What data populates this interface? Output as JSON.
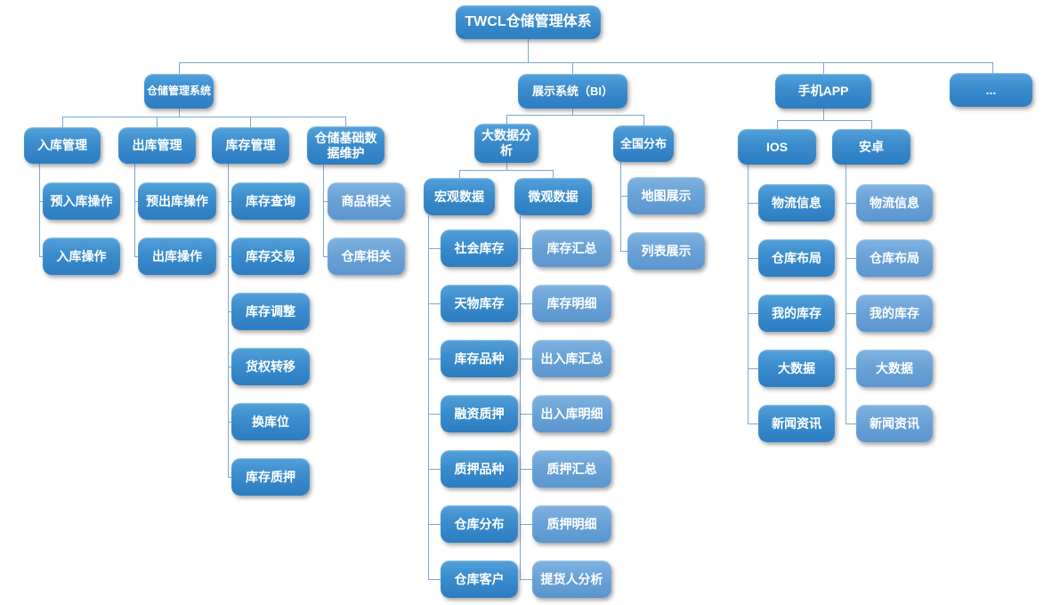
{
  "root": {
    "label": "TWCL仓储管理体系"
  },
  "branches": {
    "wms": {
      "label": "仓储管理系统",
      "children": {
        "inbound": {
          "label": "入库管理",
          "items": [
            "预入库操作",
            "入库操作"
          ]
        },
        "outbound": {
          "label": "出库管理",
          "items": [
            "预出库操作",
            "出库操作"
          ]
        },
        "inventory": {
          "label": "库存管理",
          "items": [
            "库存查询",
            "库存交易",
            "库存调整",
            "货权转移",
            "换库位",
            "库存质押"
          ]
        },
        "base_data": {
          "label": "仓储基础数据维护",
          "items": [
            "商品相关",
            "仓库相关"
          ]
        }
      }
    },
    "bi": {
      "label": "展示系统（BI）",
      "children": {
        "bigdata": {
          "label": "大数据分析",
          "children": {
            "macro": {
              "label": "宏观数据",
              "items": [
                "社会库存",
                "天物库存",
                "库存品种",
                "融资质押",
                "质押品种",
                "仓库分布",
                "仓库客户"
              ]
            },
            "micro": {
              "label": "微观数据",
              "items": [
                "库存汇总",
                "库存明细",
                "出入库汇总",
                "出入库明细",
                "质押汇总",
                "质押明细",
                "提货人分析"
              ]
            }
          }
        },
        "national": {
          "label": "全国分布",
          "items": [
            "地图展示",
            "列表展示"
          ]
        }
      }
    },
    "app": {
      "label": "手机APP",
      "children": {
        "ios": {
          "label": "IOS",
          "items": [
            "物流信息",
            "仓库布局",
            "我的库存",
            "大数据",
            "新闻资讯"
          ]
        },
        "android": {
          "label": "安卓",
          "items": [
            "物流信息",
            "仓库布局",
            "我的库存",
            "大数据",
            "新闻资讯"
          ]
        }
      }
    },
    "more": {
      "label": "..."
    }
  },
  "colors": {
    "node_dark_top": "#54a1da",
    "node_dark_bottom": "#2d7dc1",
    "node_light_top": "#7fb2e0",
    "node_light_bottom": "#5b96cf",
    "connector": "#7ba7d7",
    "text": "#ffffff",
    "background": "#ffffff"
  }
}
